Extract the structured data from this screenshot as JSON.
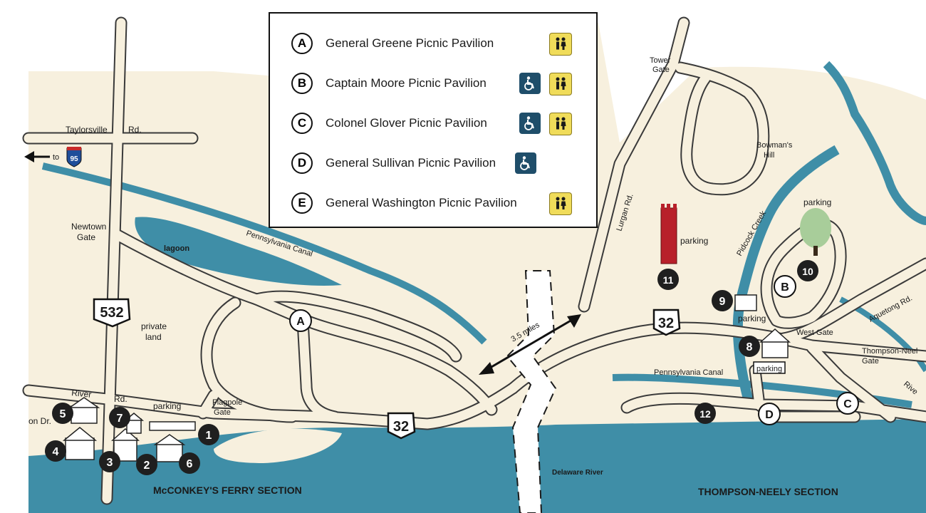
{
  "legend": {
    "items": [
      {
        "key": "A",
        "name": "General Greene Picnic Pavilion",
        "restrooms": true,
        "accessible": false
      },
      {
        "key": "B",
        "name": "Captain Moore Picnic Pavilion",
        "restrooms": true,
        "accessible": true
      },
      {
        "key": "C",
        "name": "Colonel Glover Picnic Pavilion",
        "restrooms": true,
        "accessible": true
      },
      {
        "key": "D",
        "name": "General Sullivan Picnic Pavilion",
        "restrooms": false,
        "accessible": true
      },
      {
        "key": "E",
        "name": "General Washington Picnic Pavilion",
        "restrooms": true,
        "accessible": false
      }
    ]
  },
  "labels": {
    "taylorsville": "Taylorsville",
    "rd_top": "Rd.",
    "to": "to",
    "interstate": "95",
    "newtown_gate_1": "Newtown",
    "newtown_gate_2": "Gate",
    "lagoon": "lagoon",
    "pa_canal_left": "Pennsylvania Canal",
    "route_532": "532",
    "private_1": "private",
    "private_2": "land",
    "river": "River",
    "rd_left": "Rd.",
    "on_dr": "on Dr.",
    "parking_left": "parking",
    "flagpole_1": "Flagpole",
    "flagpole_2": "Gate",
    "route_32_left": "32",
    "distance": "3.5 miles",
    "mcconkey": "McCONKEY'S FERRY SECTION",
    "delaware_river": "Delaware River",
    "tower_gate_1": "Tower",
    "tower_gate_2": "Gate",
    "lurgan": "Lurgan Rd.",
    "bowman_1": "Bowman's",
    "bowman_2": "Hill",
    "parking_tower": "parking",
    "pidcock": "Pidcock Creek",
    "parking_hill": "parking",
    "route_32_right": "32",
    "parking_center": "parking",
    "west_gate": "West Gate",
    "aquetong": "Aquetong Rd.",
    "thompson_gate_1": "Thompson-Neel",
    "thompson_gate_2": "Gate",
    "parking_box": "parking",
    "pa_canal_right": "Pennsylvania Canal",
    "river_right": "Rive",
    "thompson_section": "THOMPSON-NEELY SECTION"
  },
  "markers": {
    "sites": [
      "1",
      "2",
      "3",
      "4",
      "5",
      "6",
      "7",
      "8",
      "9",
      "10",
      "11",
      "12"
    ],
    "pavilions": [
      "A",
      "B",
      "C",
      "D"
    ]
  },
  "colors": {
    "water": "#3f8ea7",
    "land": "#f7f0de",
    "forest": "#e6e4d2",
    "tower": "#b8202a",
    "tree": "#a8cd9a",
    "marker": "#1f1f1f",
    "restroom_badge": "#f0dc5a",
    "accessible_badge": "#1f4e6a"
  }
}
